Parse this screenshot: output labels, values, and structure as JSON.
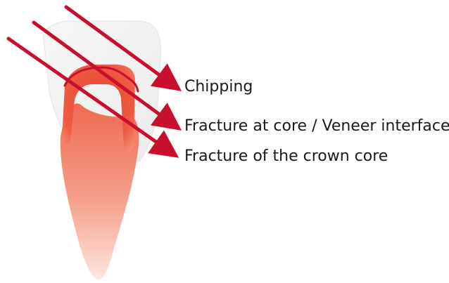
{
  "labels": [
    {
      "text": "Chipping"
    },
    {
      "text": "Fracture at core / Veneer interface"
    },
    {
      "text": "Fracture of the crown core"
    }
  ],
  "colors": {
    "arrow": "#c8102e",
    "core": "#e53a2a",
    "root_top": "#f06a52",
    "root_bottom": "#fbdcd2",
    "enamel": "#f4f4f4",
    "enamel_edge": "#e2e2e2"
  },
  "icons": [
    "tooth-illustration",
    "arrow-icon"
  ]
}
